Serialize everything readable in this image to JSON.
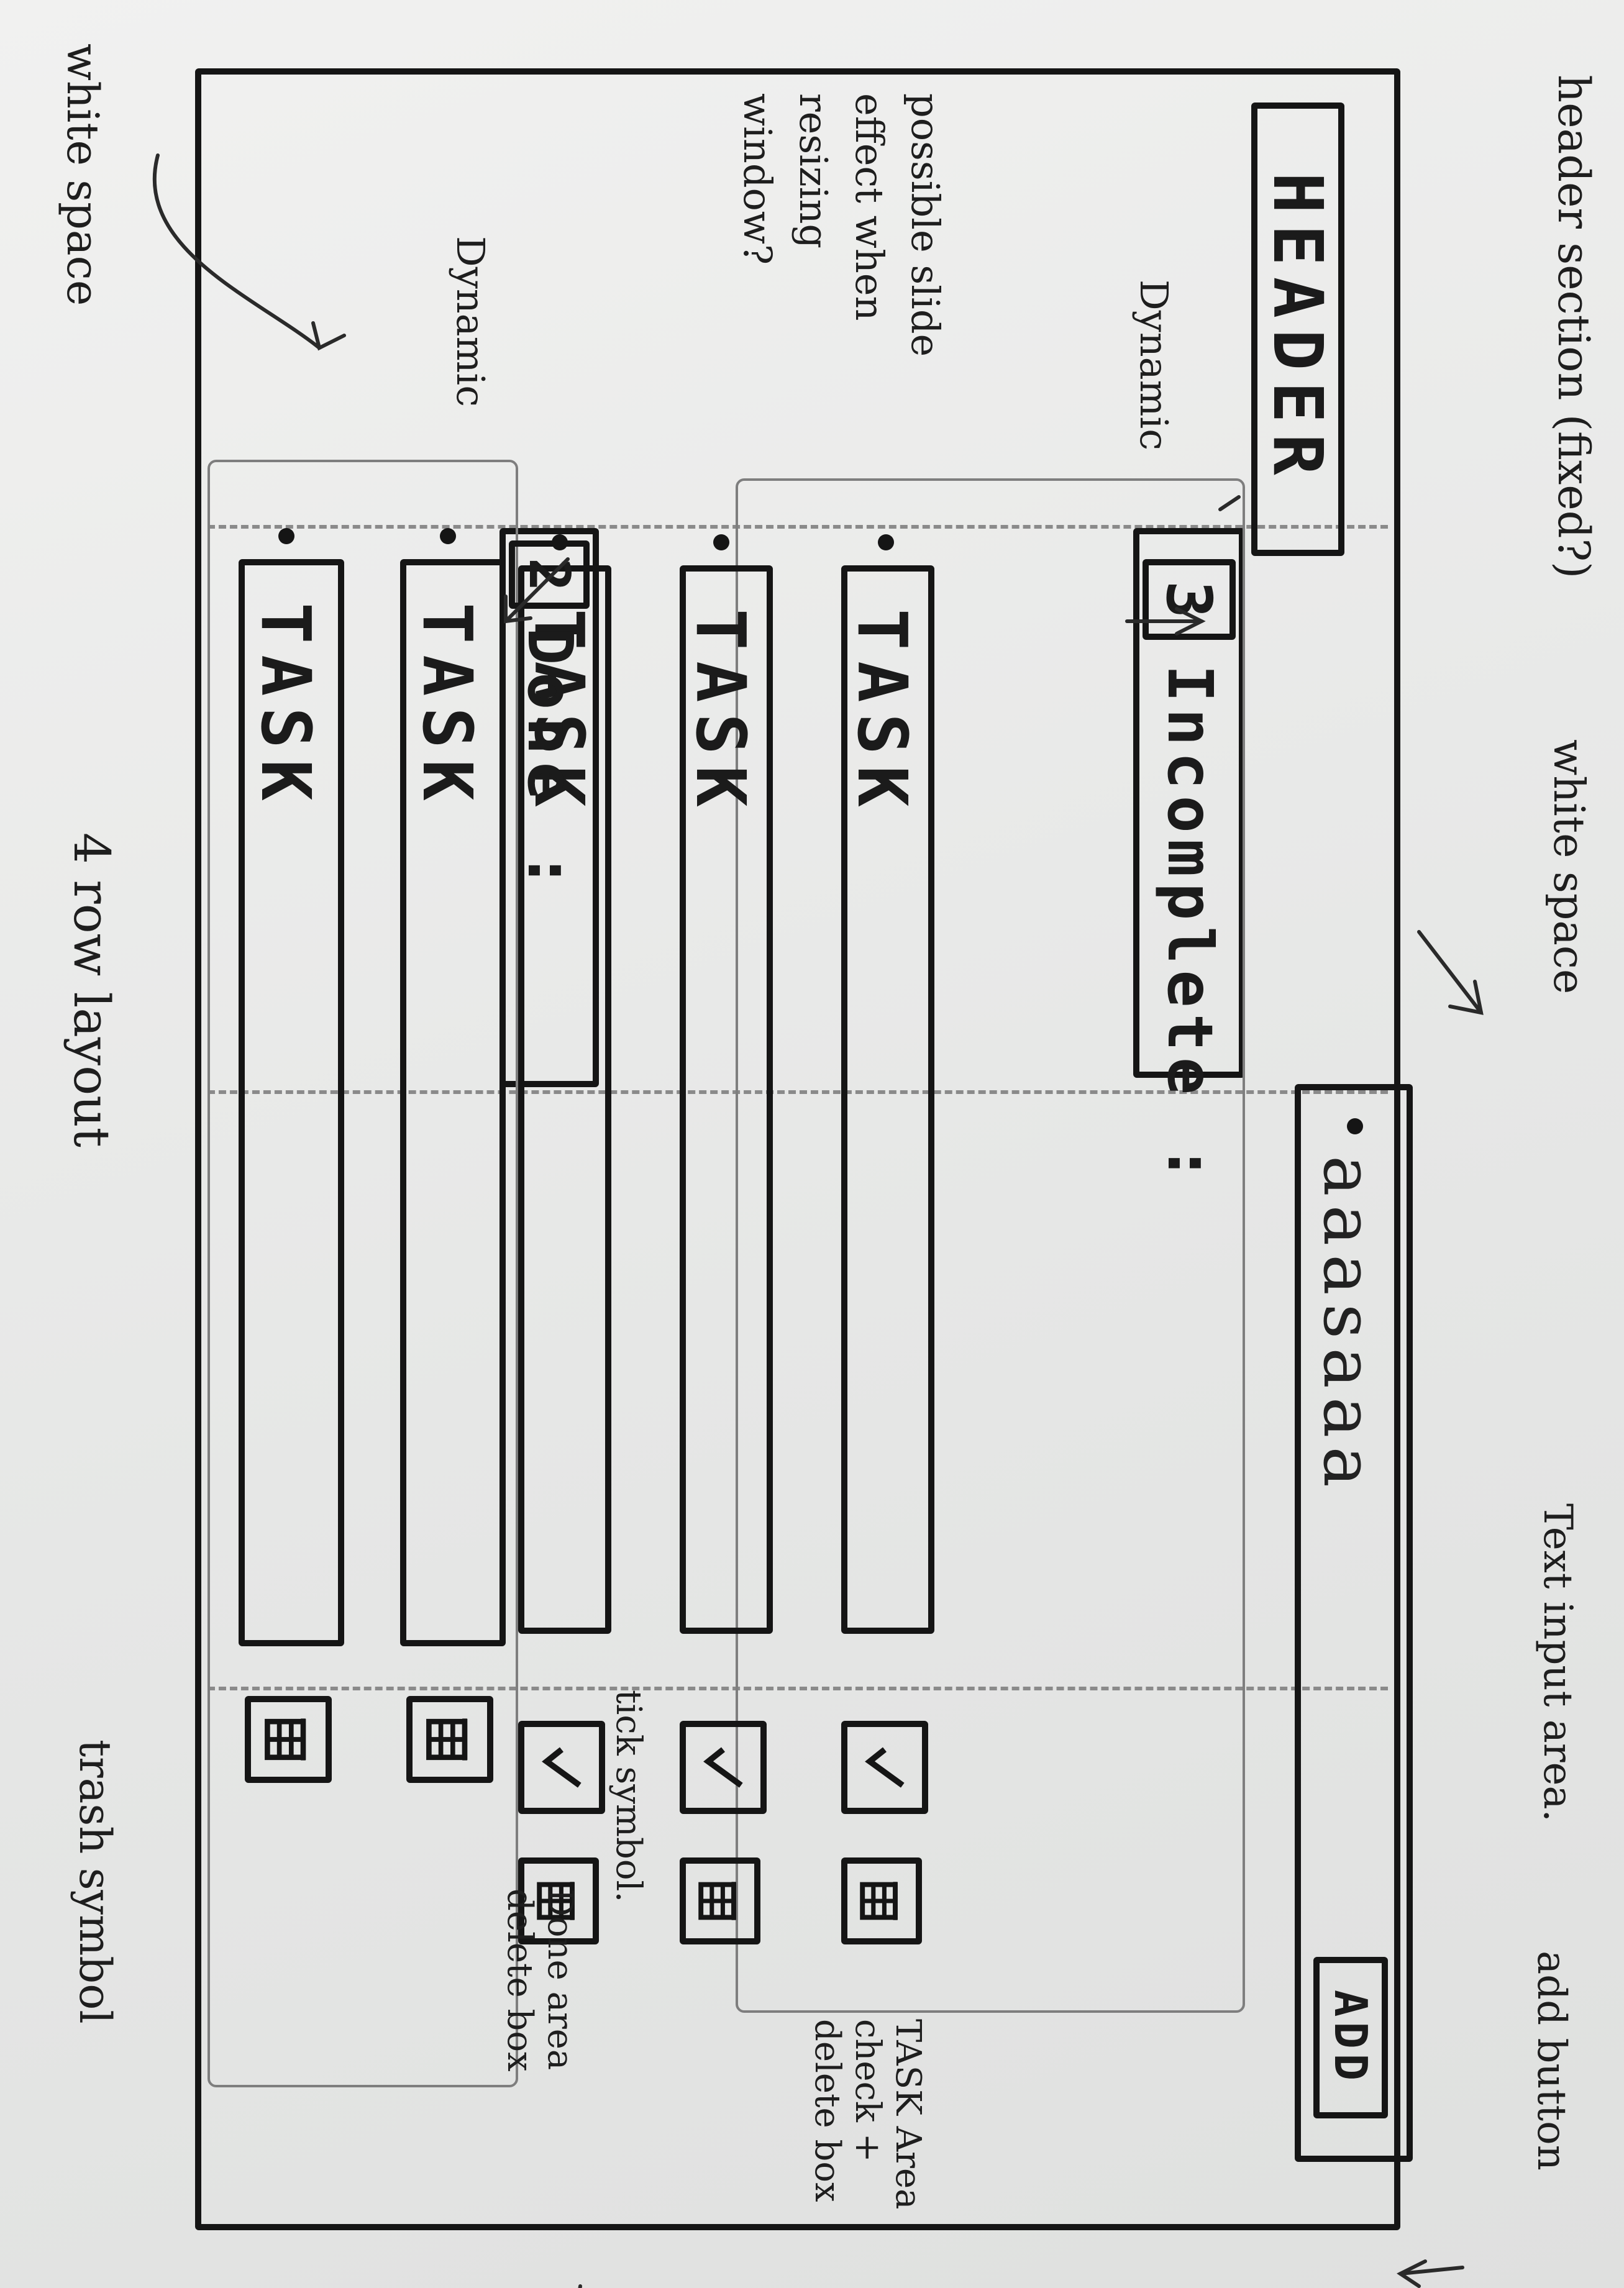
{
  "header": {
    "label": "HEADER",
    "note": "header section (fixed?)"
  },
  "input": {
    "placeholder": "aaasaaa",
    "add_label": "ADD"
  },
  "incomplete": {
    "count": "3",
    "label": "Incomplete :",
    "tasks": [
      "TASK",
      "TASK",
      "TASK"
    ]
  },
  "done": {
    "count": "2",
    "label": "Done :",
    "tasks": [
      "TASK",
      "TASK"
    ]
  },
  "annotations": {
    "white_space_top": "white space",
    "white_space_mid": "white space",
    "possible_slide": "possible slide effect when resizing window?",
    "dynamic_top": "Dynamic",
    "dynamic_mid": "Dynamic",
    "four_row_layout": "4 row layout",
    "text_input_area": "Text input area.",
    "add_button": "add button",
    "trash_symbol": "trash symbol",
    "tick_symbol": "tick symbol.",
    "done_area": "Done area delete box",
    "task_area": "TASK Area check + delete box"
  },
  "icons": {
    "tick": "tick-icon",
    "trash": "trash-icon"
  }
}
